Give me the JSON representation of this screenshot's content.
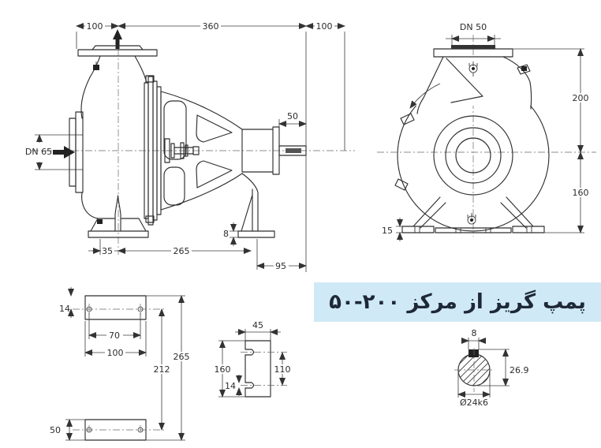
{
  "title_banner": {
    "text": "پمپ گریز از مرکز ۲۰۰-۵۰",
    "bg_color": "#cfe9f6",
    "text_color": "#1e2836"
  },
  "drawing": {
    "line_color": "#2f2f2f",
    "background": "#ffffff"
  },
  "views": {
    "side_view": {
      "dims": {
        "flange_offset": "100",
        "body_length": "360",
        "shaft_clearance": "100",
        "suction_nozzle": "DN 65",
        "shaft_extension": "50",
        "foot_to_axis": "35",
        "foot_to_support": "265",
        "foot_pad_height": "8",
        "support_to_shaft": "95"
      }
    },
    "end_view": {
      "dims": {
        "discharge_nozzle": "DN 50",
        "axis_to_flange": "200",
        "axis_to_base": "160",
        "base_pad_height": "15"
      }
    },
    "foot_plan": {
      "dims": {
        "hole_edge_offset": "14",
        "hole_pitch": "70",
        "front_foot_width": "100",
        "hole_row_span": "212",
        "overall_span": "265",
        "rear_foot_width": "50"
      }
    },
    "foot_side": {
      "dims": {
        "width": "45",
        "height": "160",
        "slot_span": "110",
        "slot_width": "14"
      }
    },
    "shaft_end": {
      "dims": {
        "key_width": "8",
        "height_over_key": "26.9",
        "shaft_diameter": "Ø24k6"
      }
    }
  }
}
